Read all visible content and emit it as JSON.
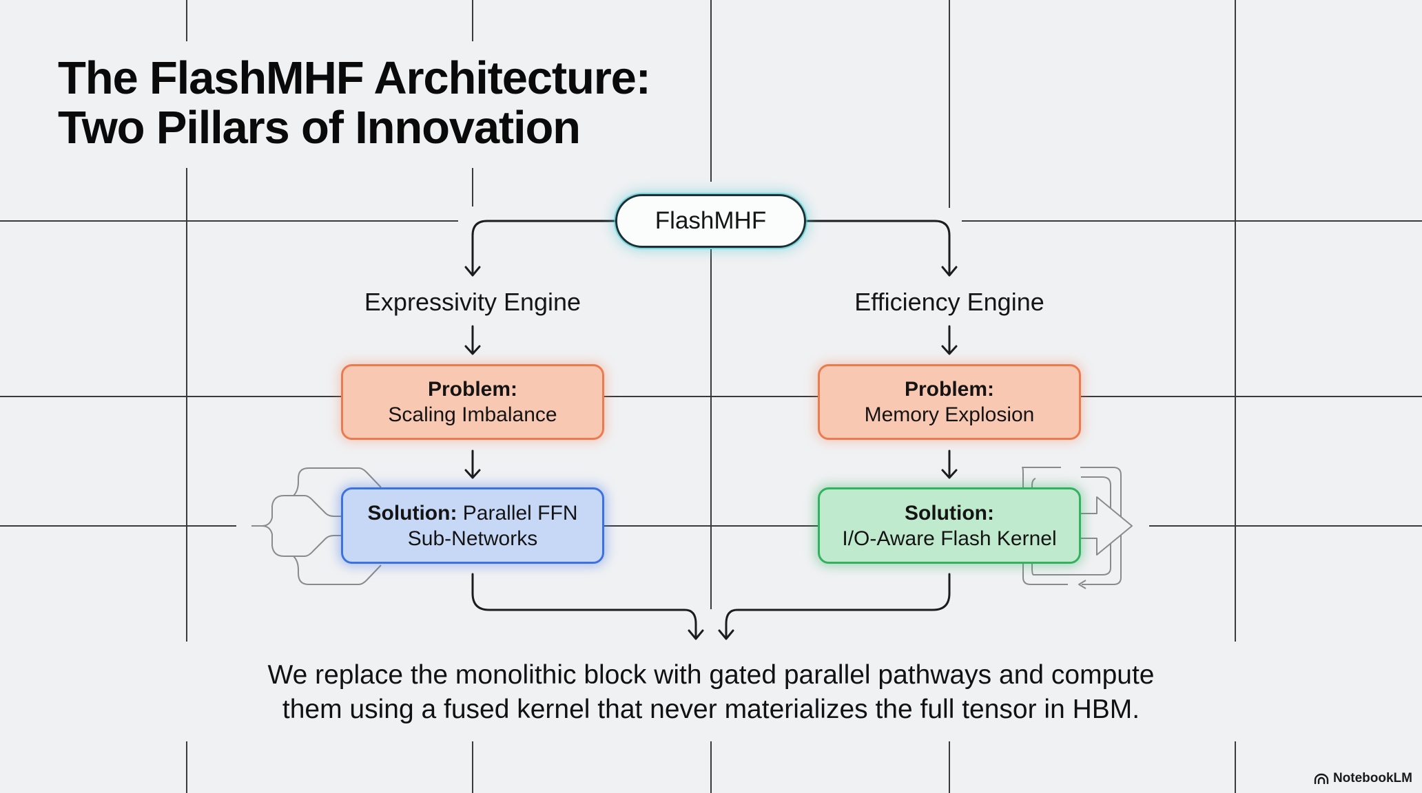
{
  "slide": {
    "title_lines": [
      "The FlashMHF Architecture:",
      "Two Pillars of Innovation"
    ],
    "root_node": "FlashMHF",
    "pillars": [
      {
        "engine": "Expressivity Engine",
        "problem_label": "Problem:",
        "problem_text": "Scaling Imbalance",
        "solution_label": "Solution:",
        "solution_text_line1": "Parallel FFN",
        "solution_text_line2": "Sub-Networks",
        "solution_color": "#3d72de",
        "solution_icon": "parallel-branches-icon"
      },
      {
        "engine": "Efficiency Engine",
        "problem_label": "Problem:",
        "problem_text": "Memory Explosion",
        "solution_label": "Solution:",
        "solution_text": "I/O-Aware Flash Kernel",
        "solution_color": "#32b15e",
        "solution_icon": "fused-loop-arrow-icon"
      }
    ],
    "caption_lines": [
      "We replace the monolithic block with gated parallel pathways and compute",
      "them using a fused kernel that never materializes the full tensor in HBM."
    ],
    "colors": {
      "background": "#f0f1f3",
      "problem_fill": "#f8c8b2",
      "problem_border": "#ec7a4f",
      "root_glow": "#46c8d2"
    }
  },
  "branding": {
    "logo_icon": "notebooklm-icon",
    "name": "NotebookLM"
  }
}
